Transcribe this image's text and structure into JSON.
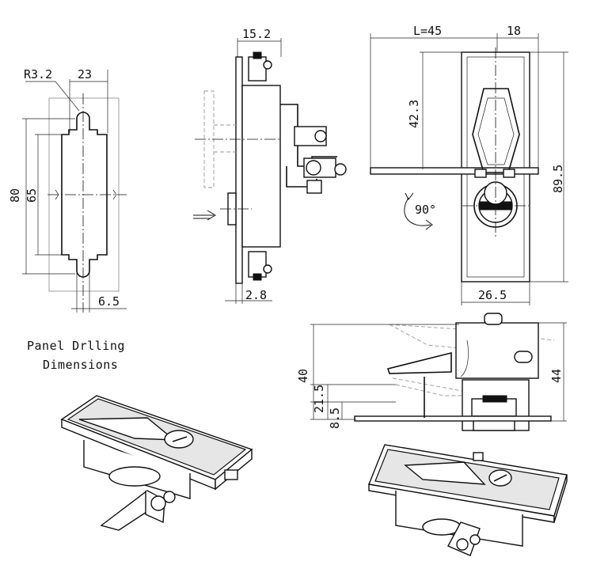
{
  "caption": {
    "line1": "Panel Drlling",
    "line2": "Dimensions"
  },
  "cutout_view": {
    "radius": "R3.2",
    "width": "23",
    "height_total": "80",
    "height_slot": "65",
    "thickness": "6.5"
  },
  "side_view": {
    "depth": "15.2",
    "plate": "2.8"
  },
  "front_view": {
    "handle_length": "L=45",
    "handle_offset": "18",
    "pivot_height": "42.3",
    "body_height": "89.5",
    "body_width": "26.5",
    "rotation": "90°"
  },
  "cam_view": {
    "height_a": "40",
    "height_b": "21.5",
    "height_c": "8.5",
    "height_total": "44"
  }
}
